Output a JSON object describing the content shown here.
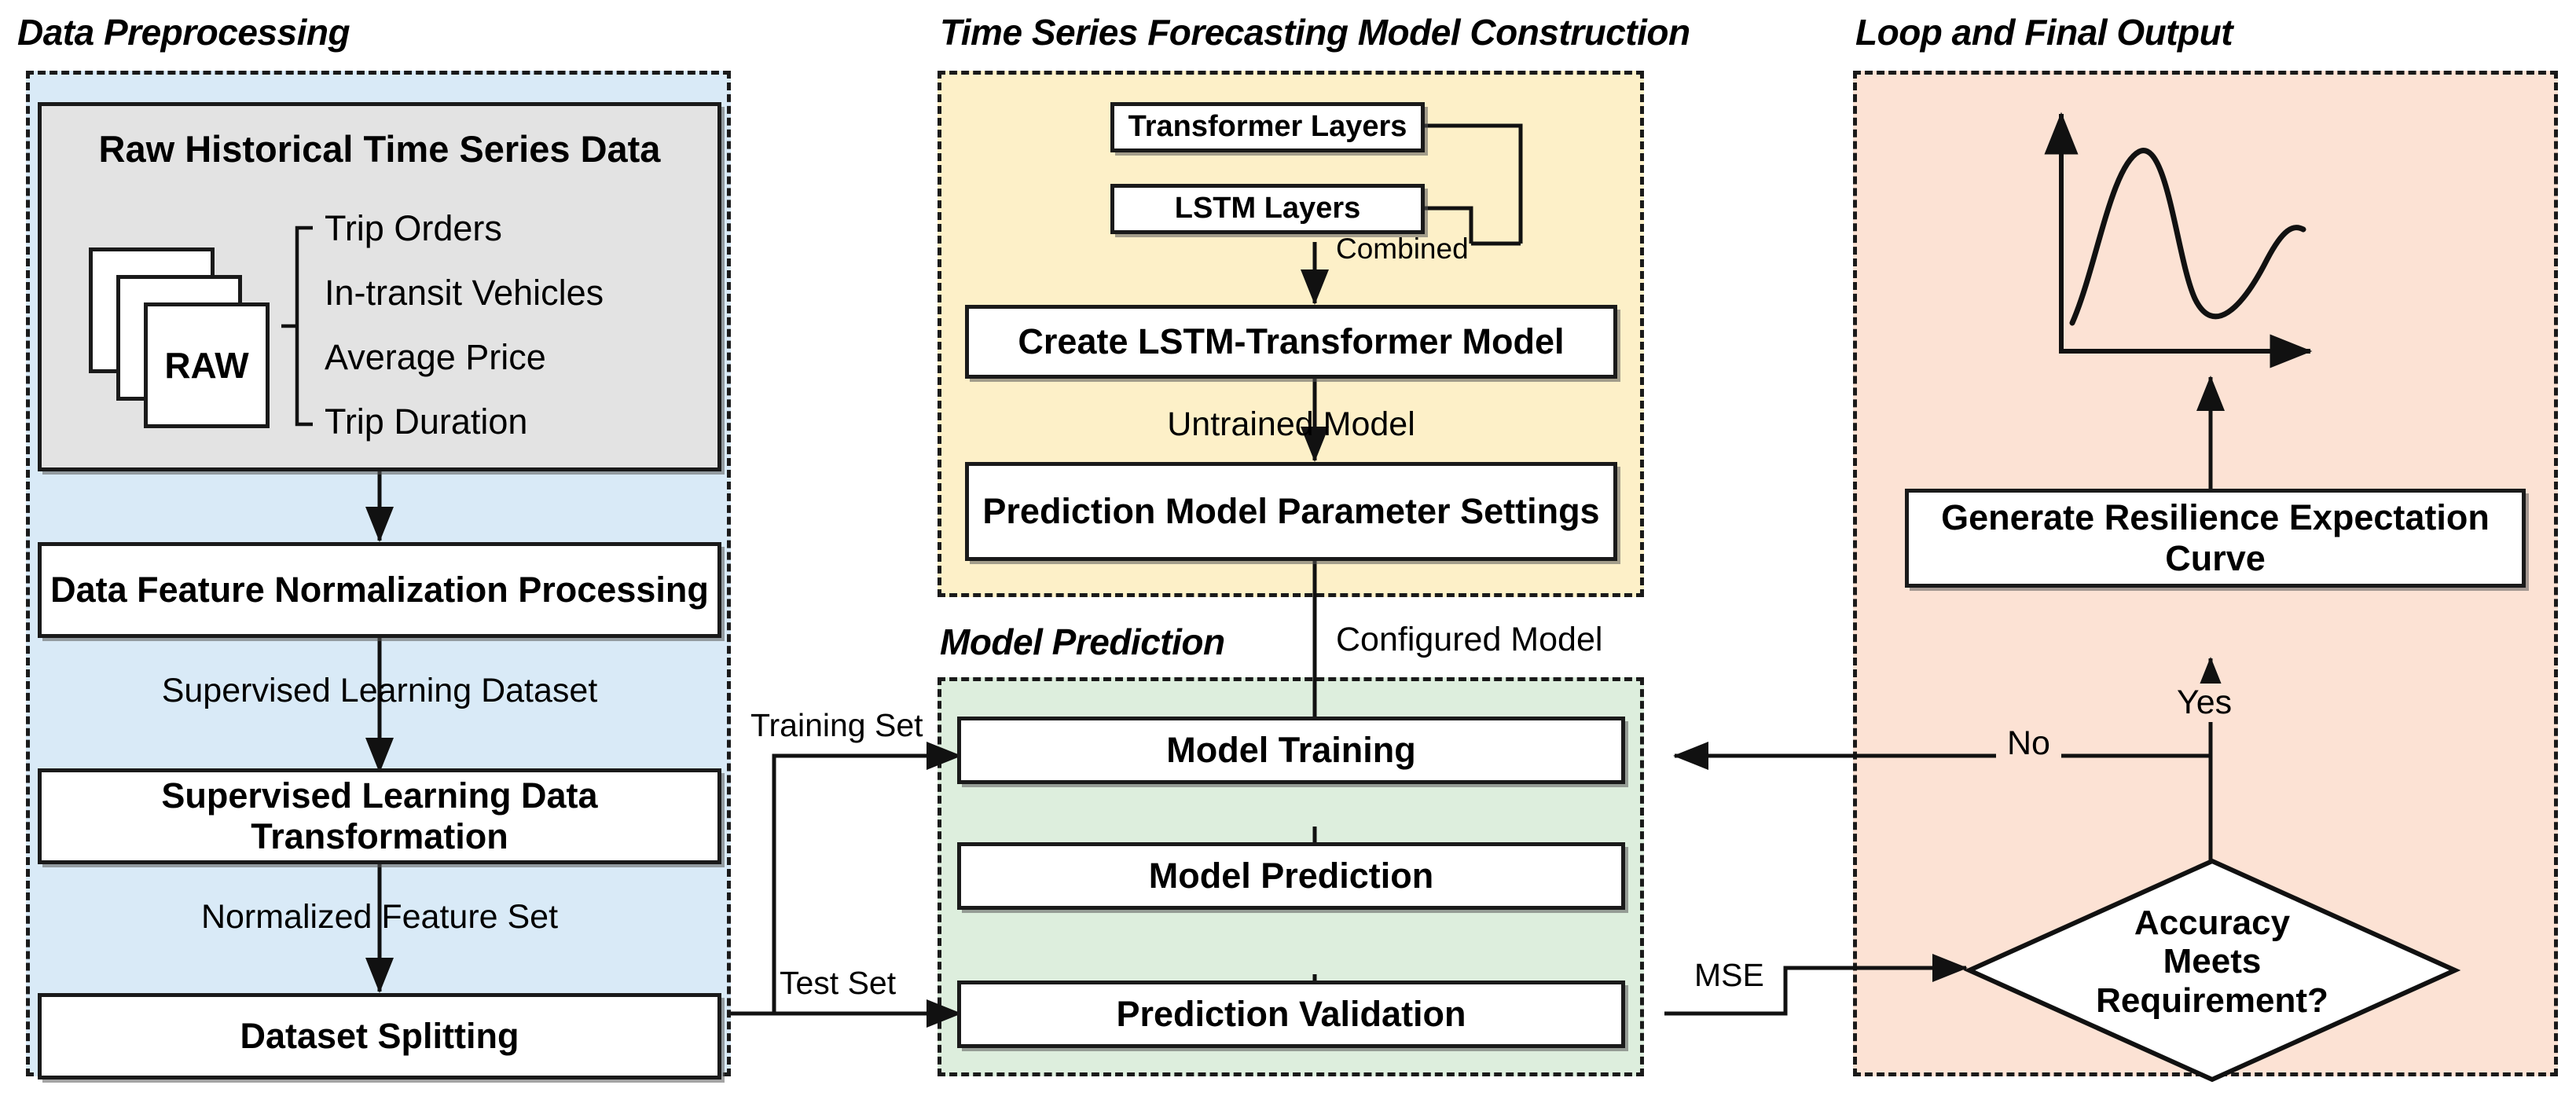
{
  "diagram": {
    "title": "LSTM-Transformer resilience forecasting workflow",
    "panels": [
      {
        "id": "preprocessing",
        "title": "Data Preprocessing",
        "fill": "#d9eaf7"
      },
      {
        "id": "construction",
        "title": "Time Series Forecasting Model Construction",
        "fill": "#fdf0c8"
      },
      {
        "id": "prediction",
        "title": "Model Prediction",
        "fill": "#ddeedd"
      },
      {
        "id": "loop",
        "title": "Loop and Final Output",
        "fill": "#fce2d4"
      }
    ],
    "raw_block": {
      "title": "Raw Historical Time Series Data",
      "icon_label": "RAW",
      "features": [
        "Trip Orders",
        "In-transit Vehicles",
        "Average Price",
        "Trip Duration"
      ]
    },
    "boxes": {
      "normalization": "Data Feature Normalization Processing",
      "transformation": "Supervised Learning Data Transformation",
      "splitting": "Dataset Splitting",
      "transformer_layers": "Transformer Layers",
      "lstm_layers": "LSTM Layers",
      "create_model": "Create LSTM-Transformer Model",
      "parameter_settings": "Prediction Model Parameter Settings",
      "model_training": "Model Training",
      "model_prediction": "Model Prediction",
      "prediction_validation": "Prediction Validation",
      "generate_curve": "Generate Resilience Expectation Curve",
      "decision": "Accuracy\nMeets\nRequirement?"
    },
    "edge_labels": {
      "supervised_dataset": "Supervised Learning Dataset",
      "normalized_features": "Normalized Feature Set",
      "training_set": "Training Set",
      "test_set": "Test Set",
      "combined": "Combined",
      "untrained_model": "Untrained Model",
      "configured_model": "Configured Model",
      "mse": "MSE",
      "yes": "Yes",
      "no": "No"
    },
    "colors": {
      "preprocessing_fill": "#d9eaf7",
      "construction_fill": "#fdf0c8",
      "prediction_fill": "#ddeedd",
      "loop_fill": "#fce2d4",
      "raw_fill": "#e3e3e3",
      "stroke": "#1a1a1a",
      "box_fill": "#ffffff"
    },
    "chart_icon": {
      "name": "resilience-expectation-curve",
      "description": "rising curve with one large peak, a trough, then a smaller second peak"
    }
  }
}
